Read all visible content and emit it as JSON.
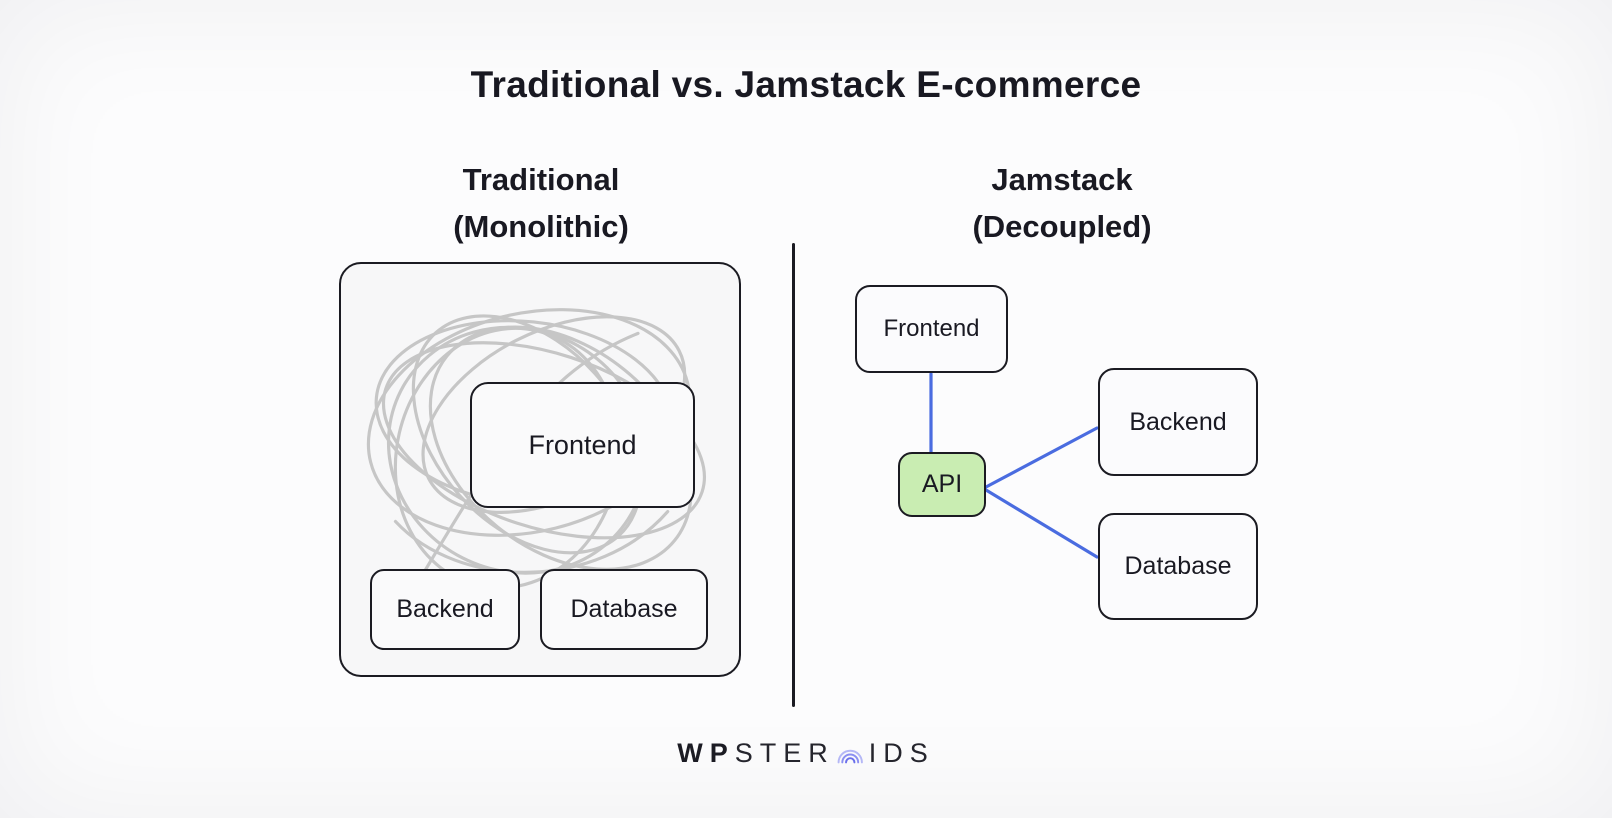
{
  "title": "Traditional vs. Jamstack E-commerce",
  "left": {
    "heading_line1": "Traditional",
    "heading_line2": "(Monolithic)",
    "boxes": {
      "frontend": "Frontend",
      "backend": "Backend",
      "database": "Database"
    }
  },
  "right": {
    "heading_line1": "Jamstack",
    "heading_line2": "(Decoupled)",
    "boxes": {
      "frontend": "Frontend",
      "api": "API",
      "backend": "Backend",
      "database": "Database"
    }
  },
  "logo": {
    "bold": "WP",
    "mid": "STER",
    "tail": "IDS",
    "icon": "arcs-o-icon"
  },
  "colors": {
    "background": "#fcfcfd",
    "panel_fill": "#f7f7f8",
    "node_fill": "#fafafb",
    "border_dark": "#1b1b22",
    "text_dark": "#191922",
    "connector_blue": "#4a6ce0",
    "api_green": "#c9edb2",
    "scribble_gray": "#c6c6c6",
    "logo_arc_outer": "#b6b9f8",
    "logo_arc_mid": "#8d91f4",
    "logo_arc_inner": "#6b70ee"
  }
}
